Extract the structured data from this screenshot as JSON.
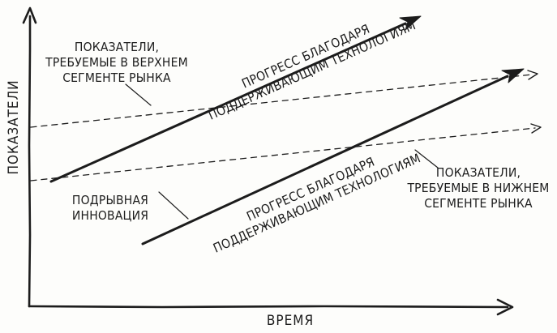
{
  "diagram": {
    "axes": {
      "x_label": "ВРЕМЯ",
      "y_label": "ПОКАЗАТЕЛИ"
    },
    "labels": {
      "upper_market_line1": "ПОКАЗАТЕЛИ,",
      "upper_market_line2": "ТРЕБУЕМЫЕ В ВЕРХНЕМ",
      "upper_market_line3": "СЕГМЕНТЕ РЫНКА",
      "sustaining_upper_line1": "ПРОГРЕСС БЛАГОДАРЯ",
      "sustaining_upper_line2": "ПОДДЕРЖИВАЮЩИМ ТЕХНОЛОГИЯМ",
      "sustaining_lower_line1": "ПРОГРЕСС БЛАГОДАРЯ",
      "sustaining_lower_line2": "ПОДДЕРЖИВАЮЩИМ ТЕХНОЛОГИЯМ",
      "disruptive_line1": "ПОДРЫВНАЯ",
      "disruptive_line2": "ИННОВАЦИЯ",
      "lower_market_line1": "ПОКАЗАТЕЛИ,",
      "lower_market_line2": "ТРЕБУЕМЫЕ В НИЖНЕМ",
      "lower_market_line3": "СЕГМЕНТЕ РЫНКА"
    },
    "colors": {
      "ink": "#1c1c1c",
      "paper": "#fdfdfb"
    }
  }
}
